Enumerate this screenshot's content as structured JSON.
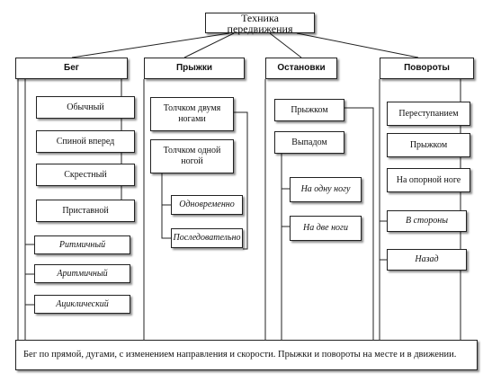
{
  "title": "Техника передвижения",
  "columns": [
    {
      "heading": "Бег",
      "items": [
        "Обычный",
        "Спиной вперед",
        "Скрестный",
        "Приставной"
      ],
      "subitems": [
        "Ритмичный",
        "Аритмичный",
        "Ациклический"
      ]
    },
    {
      "heading": "Прыжки",
      "items": [
        "Толчком двумя ногами",
        "Толчком одной ногой"
      ],
      "subitems": [
        "Одновременно",
        "Последовательно"
      ]
    },
    {
      "heading": "Остановки",
      "items": [
        "Прыжком",
        "Выпадом"
      ],
      "subitems": [
        "На одну ногу",
        "На две ноги"
      ]
    },
    {
      "heading": "Повороты",
      "items": [
        "Переступанием",
        "Прыжком",
        "На опорной ноге"
      ],
      "subitems": [
        "В стороны",
        "Назад"
      ]
    }
  ],
  "footer": "Бег по прямой, дугами, с изменением направления и скорости. Прыжки и повороты на месте и в движении."
}
